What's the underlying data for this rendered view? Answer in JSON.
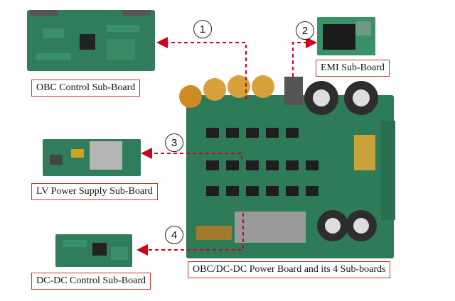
{
  "labels": {
    "obc_control": "OBC Control Sub-Board",
    "emi": "EMI Sub-Board",
    "lv_power": "LV Power Supply Sub-Board",
    "dcdc_control": "DC-DC Control Sub-Board",
    "main_board": "OBC/DC-DC Power Board and its 4 Sub-boards"
  },
  "markers": [
    "1",
    "2",
    "3",
    "4"
  ],
  "colors": {
    "arrow": "#d0021b",
    "box_border": "#c0392b",
    "pcb_green": "#2f7d5b",
    "pcb_dark": "#1f5e43"
  }
}
